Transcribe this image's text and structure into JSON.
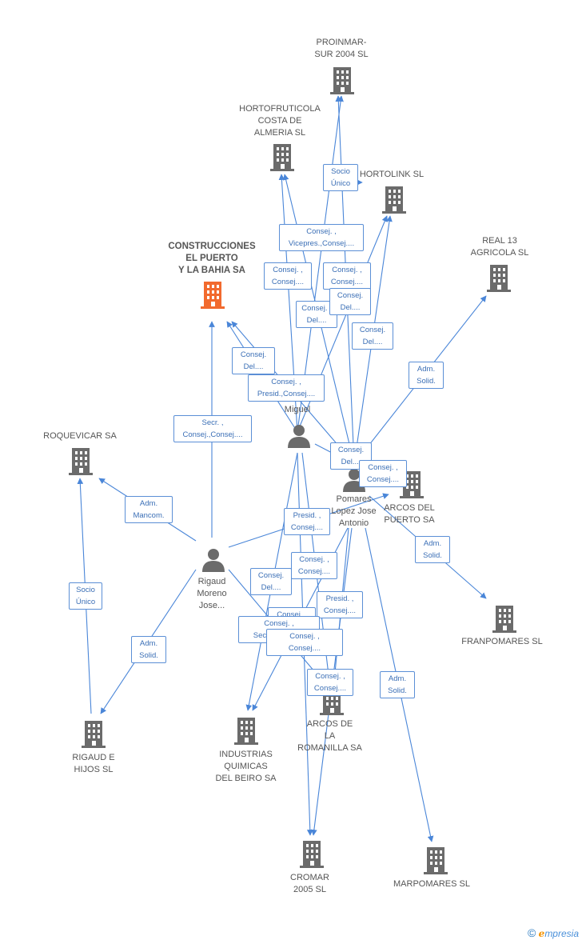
{
  "companies": {
    "proinmar": "PROINMAR-\nSUR 2004 SL",
    "hortofruticola": "HORTOFRUTICOLA\nCOSTA DE\nALMERIA SL",
    "hortolink": "HORTOLINK SL",
    "construcciones": "CONSTRUCCIONES\nEL PUERTO\nY LA BAHIA SA",
    "real13": "REAL 13\nAGRICOLA SL",
    "roquevicar": "ROQUEVICAR SA",
    "arcos_puerto": "ARCOS DEL\nPUERTO SA",
    "franpomares": "FRANPOMARES SL",
    "rigaud_hijos": "RIGAUD E\nHIJOS SL",
    "industrias": "INDUSTRIAS\nQUIMICAS\nDEL BEIRO SA",
    "arcos_romanilla": "ARCOS DE\nLA\nROMANILLA SA",
    "cromar": "CROMAR\n2005 SL",
    "marpomares": "MARPOMARES SL"
  },
  "persons": {
    "miguel": "Miguel",
    "pomares": "Pomares\nLopez Jose\nAntonio",
    "rigaud": "Rigaud\nMoreno\nJose..."
  },
  "relations": {
    "r1": "Socio\nÚnico",
    "r2": "Consej. ,\nVicepres.,Consej....",
    "r3": "Consej. ,\nConsej....",
    "r4": "Consej. ,\nConsej....",
    "r5": "Consej. ,\nDel....",
    "r6": "Consej.\nDel....",
    "r7": "Consej.\nDel....",
    "r8": "Consej.\nDel....",
    "r9": "Consej. ,\nPresid.,Consej....",
    "r10": "Adm.\nSolid.",
    "r11": "Secr. ,\nConsej.,Consej....",
    "r12": "Consej.\nDel....",
    "r13": "Consej. ,\nConsej....",
    "r14": "Adm.\nMancom.",
    "r15": "Presid. ,\nConsej....",
    "r16": "Adm.\nSolid.",
    "r17": "Consej. ,\nConsej....",
    "r18": "Socio\nÚnico",
    "r19": "Consej.\nDel....",
    "r20": "Presid. ,\nConsej....",
    "r21": "Adm.\nSolid.",
    "r22": "Consej. ,\nConsej....",
    "r23": "Consej. ,\nSecr.,Consej....",
    "r24": "Consej. ,\nConsej....",
    "r25": "Consej. ,\nConsej....",
    "r26": "Adm.\nSolid."
  },
  "footer": {
    "copyright": "©",
    "brand_e": "e",
    "brand_rest": "mpresia"
  },
  "colors": {
    "accent": "#f26a2e",
    "node": "#6b6b6b",
    "link": "#4a86d8"
  }
}
